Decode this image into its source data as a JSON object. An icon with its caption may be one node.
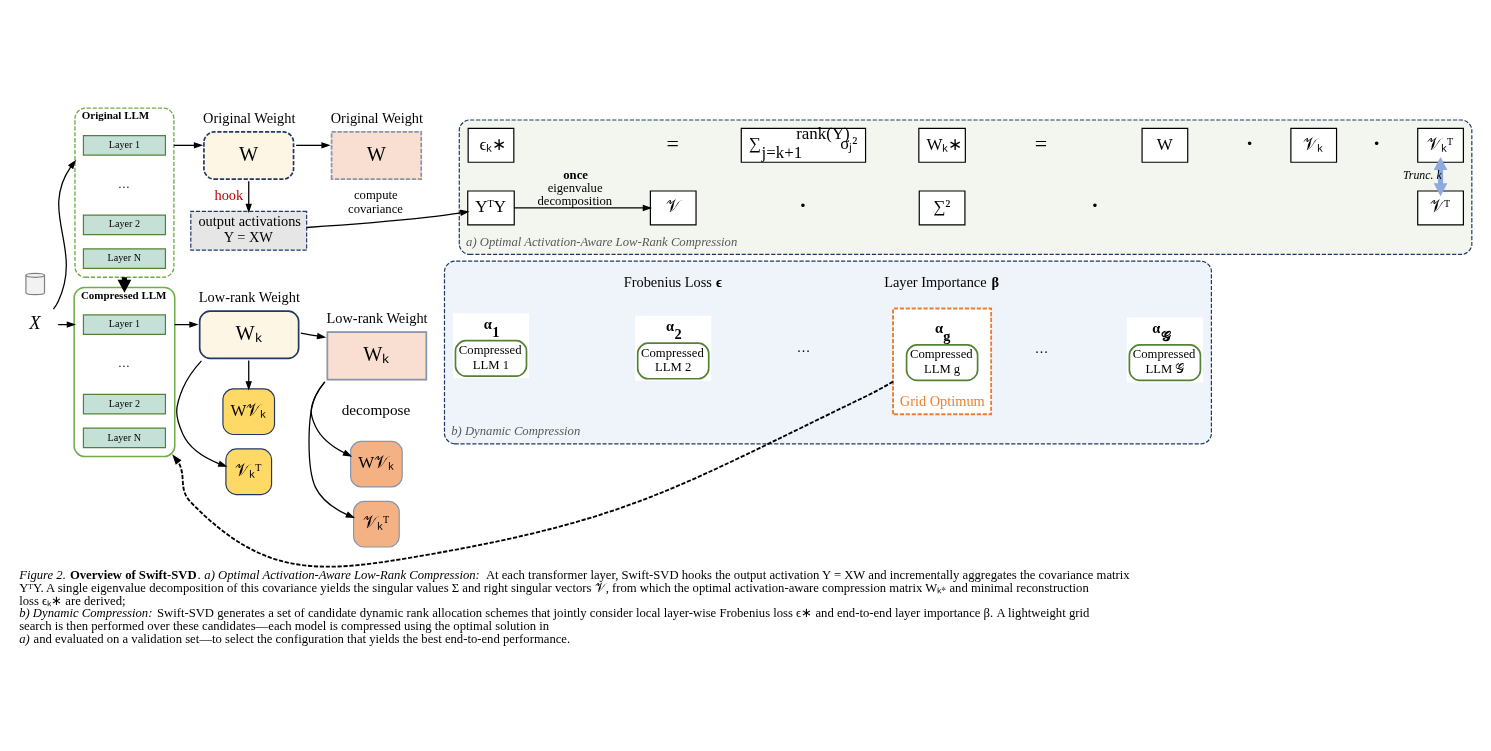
{
  "diagram": {
    "caption": "*Figure 2.* **Overview of Swift-SVD**. *a) Optimal Activation-Aware Low-Rank Compression:* At each transformer layer, Swift-SVD hooks the output activation Y = XW and incrementally aggregates the covariance matrix YᵀY. A single eigenvalue decomposition of this covariance yields the singular values Σ and right singular vectors 𝒱, from which the optimal activation-aware compression matrix Wₖ∗ and minimal reconstruction loss ϵₖ∗ are derived; *b) Dynamic Compression:* Swift-SVD generates a set of candidate dynamic rank allocation schemes that jointly consider local layer-wise Frobenius loss ϵ∗ and end-to-end layer importance β. A lightweight grid search is then performed over these candidates—each model is compressed using the optimal solution in *a)* and evaluated on a validation set—to select the configuration that yields the best end-to-end performance.",
    "nodes": [
      {
        "text": [
          "Original LLM"
        ]
      },
      {
        "text": [
          "Layer 1"
        ],
        "in": 0
      },
      {
        "text": [
          "Layer 2"
        ],
        "in": 0
      },
      {
        "text": [
          "Layer N"
        ],
        "in": 0
      },
      {
        "text": [
          "X"
        ]
      },
      {
        "text": [],
        "shape": "cylinder"
      },
      {
        "text": [
          "Compressed LLM"
        ]
      },
      {
        "text": [
          "Layer 1"
        ],
        "in": 6
      },
      {
        "text": [
          "Layer 2"
        ],
        "in": 6
      },
      {
        "text": [
          "Layer N"
        ],
        "in": 6
      },
      {
        "text": [
          "Original Weight",
          "W"
        ]
      },
      {
        "text": [
          "Original Weight",
          "W"
        ]
      },
      {
        "text": [
          "output activations Y = XW"
        ]
      },
      {
        "text": [
          "a) Optimal Activation-Aware Low-Rank Compression"
        ]
      },
      {
        "text": [
          "ϵₖ∗"
        ],
        "in": 13
      },
      {
        "text": [
          "∑$_{j=k+1}$$^{rank(Y)}$σⱼ²"
        ],
        "in": 13
      },
      {
        "text": [
          "Wₖ∗"
        ],
        "in": 13
      },
      {
        "text": [
          "W"
        ],
        "in": 13
      },
      {
        "text": [
          "𝒱ₖ"
        ],
        "in": 13
      },
      {
        "text": [
          "𝒱ₖᵀ"
        ],
        "in": 13
      },
      {
        "text": [
          "YᵀY"
        ],
        "in": 13
      },
      {
        "text": [
          "𝒱"
        ],
        "in": 13
      },
      {
        "text": [
          "∑²"
        ],
        "in": 13
      },
      {
        "text": [
          "𝒱ᵀ"
        ],
        "in": 13
      },
      {
        "text": [
          "b) Dynamic Compression"
        ]
      },
      {
        "text": [
          "α$_{1}$",
          "Compressed LLM 1"
        ],
        "in": 24
      },
      {
        "text": [
          "α$_{2}$",
          "Compressed LLM 2"
        ],
        "in": 24
      },
      {
        "text": [
          "Grid Optimum"
        ],
        "in": 24
      },
      {
        "text": [
          "α$_{g}$",
          "Compressed LLM g"
        ],
        "in": 27
      },
      {
        "text": [
          "α$_{𝒢}$",
          "Compressed LLM 𝒢"
        ],
        "in": 24
      },
      {
        "text": [
          "Low-rank Weight",
          "Wₖ"
        ]
      },
      {
        "text": [
          "Low-rank Weight",
          "Wₖ"
        ]
      },
      {
        "text": [
          "W𝒱ₖ"
        ]
      },
      {
        "text": [
          "𝒱ₖᵀ"
        ]
      },
      {
        "text": [
          "W𝒱ₖ"
        ]
      },
      {
        "text": [
          "𝒱ₖᵀ"
        ]
      }
    ],
    "edges": [
      {
        "from": 4,
        "to": 0,
        "arrow": "to"
      },
      {
        "from": 4,
        "to": 6,
        "arrow": "to"
      },
      {
        "from": 0,
        "to": 6,
        "arrow": "to",
        "style": "thick"
      },
      {
        "from": 0,
        "to": 10,
        "arrow": "to"
      },
      {
        "from": 10,
        "to": 11,
        "arrow": "to"
      },
      {
        "from": 10,
        "to": 12,
        "arrow": "to",
        "label": "hook"
      },
      {
        "from": 12,
        "to": 20,
        "arrow": "to",
        "label": "compute covariance"
      },
      {
        "from": 20,
        "to": 21,
        "arrow": "to",
        "label": "**once** eigenvalue decomposition"
      },
      {
        "from": 19,
        "to": 23,
        "arrow": "both",
        "label": "Trunc. k",
        "style": "thick",
        "color": "#8faadc"
      },
      {
        "from": 6,
        "to": 30,
        "arrow": "to"
      },
      {
        "from": 30,
        "to": 31,
        "arrow": "to"
      },
      {
        "from": 30,
        "to": 32,
        "arrow": "to"
      },
      {
        "from": 30,
        "to": 33,
        "arrow": "to"
      },
      {
        "from": 31,
        "to": 34,
        "arrow": "to"
      },
      {
        "from": 31,
        "to": 35,
        "arrow": "to"
      },
      {
        "from": 27,
        "to": 6,
        "arrow": "to",
        "style": "dashed"
      }
    ],
    "labels": [
      "=",
      "=",
      "·",
      "·",
      "…",
      "·",
      "·",
      "Frobenius Loss **ϵ**",
      "Layer Importance **β**",
      "…",
      "decompose",
      "…",
      "…"
    ]
  }
}
